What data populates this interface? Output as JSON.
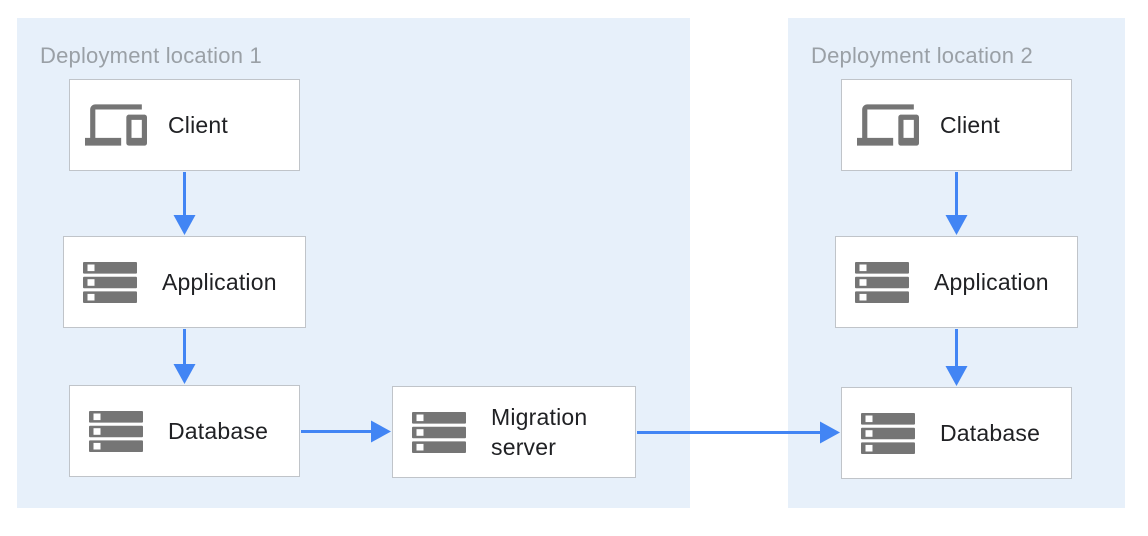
{
  "diagram_type": "architecture-flow",
  "zones": [
    {
      "label": "Deployment location 1"
    },
    {
      "label": "Deployment location 2"
    }
  ],
  "nodes": {
    "client1": {
      "label": "Client",
      "icon": "devices-icon",
      "zone": "Deployment location 1"
    },
    "app1": {
      "label": "Application",
      "icon": "server-stack-icon",
      "zone": "Deployment location 1"
    },
    "db1": {
      "label": "Database",
      "icon": "server-stack-icon",
      "zone": "Deployment location 1"
    },
    "migration": {
      "label": "Migration server",
      "icon": "server-stack-icon",
      "zone": "Deployment location 1"
    },
    "client2": {
      "label": "Client",
      "icon": "devices-icon",
      "zone": "Deployment location 2"
    },
    "app2": {
      "label": "Application",
      "icon": "server-stack-icon",
      "zone": "Deployment location 2"
    },
    "db2": {
      "label": "Database",
      "icon": "server-stack-icon",
      "zone": "Deployment location 2"
    }
  },
  "edges": [
    {
      "from": "client1",
      "to": "app1"
    },
    {
      "from": "app1",
      "to": "db1"
    },
    {
      "from": "db1",
      "to": "migration"
    },
    {
      "from": "migration",
      "to": "db2"
    },
    {
      "from": "client2",
      "to": "app2"
    },
    {
      "from": "app2",
      "to": "db2"
    }
  ],
  "colors": {
    "canvas_bg": "#FFFFFF",
    "zone_bg": "#E7F0FA",
    "zone_label": "#9AA0A6",
    "node_bg": "#FFFFFF",
    "node_border": "#C0C4C9",
    "node_text": "#202124",
    "icon_gray": "#757575",
    "arrow": "#4285F4"
  }
}
